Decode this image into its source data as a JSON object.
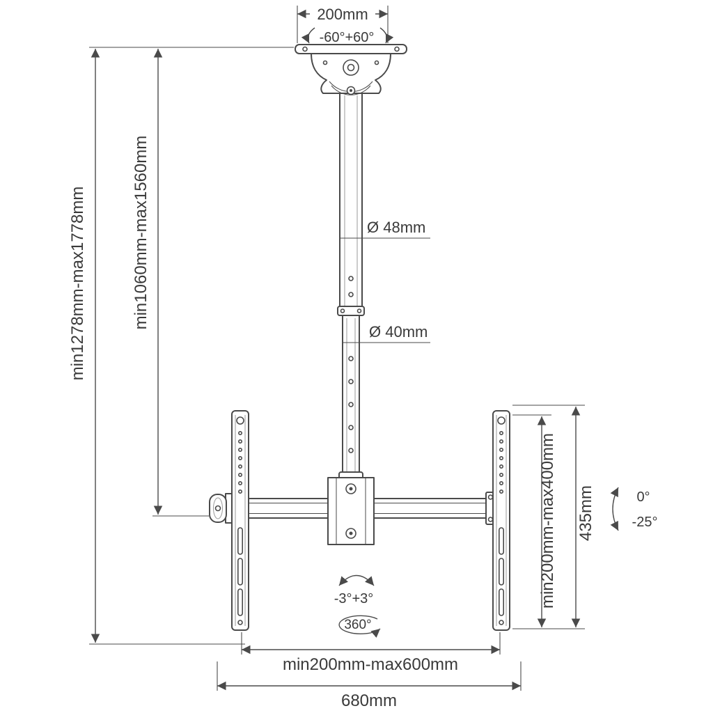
{
  "diagram": {
    "type": "technical-drawing",
    "subject": "Ceiling TV mount with telescopic pole - dimension drawing",
    "labels": {
      "top_width": "200mm",
      "swivel_range": "-60°+60°",
      "upper_pole_diameter": "Ø 48mm",
      "lower_pole_diameter": "Ø 40mm",
      "overall_height_range": "min1278mm-max1778mm",
      "pole_height_range": "min1060mm-max1560mm",
      "vesa_height_range": "min200mm-max400mm",
      "bracket_height": "435mm",
      "tilt_up": "0°",
      "tilt_down": "-25°",
      "side_tilt_range": "-3°+3°",
      "rotation": "360°",
      "arm_width_range": "min200mm-max600mm",
      "overall_width": "680mm"
    }
  }
}
